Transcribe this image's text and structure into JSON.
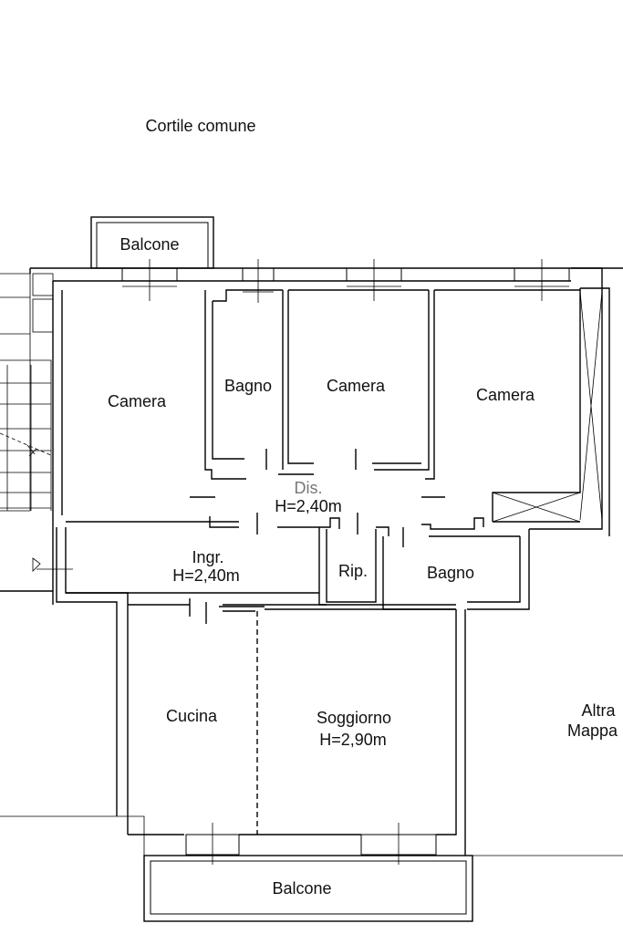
{
  "labels": {
    "courtyard": "Cortile comune",
    "balcony_top": "Balcone",
    "camera_left": "Camera",
    "bagno_top": "Bagno",
    "camera_mid": "Camera",
    "camera_right": "Camera",
    "dis": "Dis.",
    "dis_height": "H=2,40m",
    "ingr": "Ingr.",
    "ingr_height": "H=2,40m",
    "rip": "Rip.",
    "bagno_bottom": "Bagno",
    "cucina": "Cucina",
    "soggiorno": "Soggiorno",
    "soggiorno_height": "H=2,90m",
    "altra_1": "Altra",
    "altra_2": "Mappa",
    "balcony_bottom": "Balcone"
  },
  "colors": {
    "line": "#000000",
    "background": "#ffffff"
  }
}
